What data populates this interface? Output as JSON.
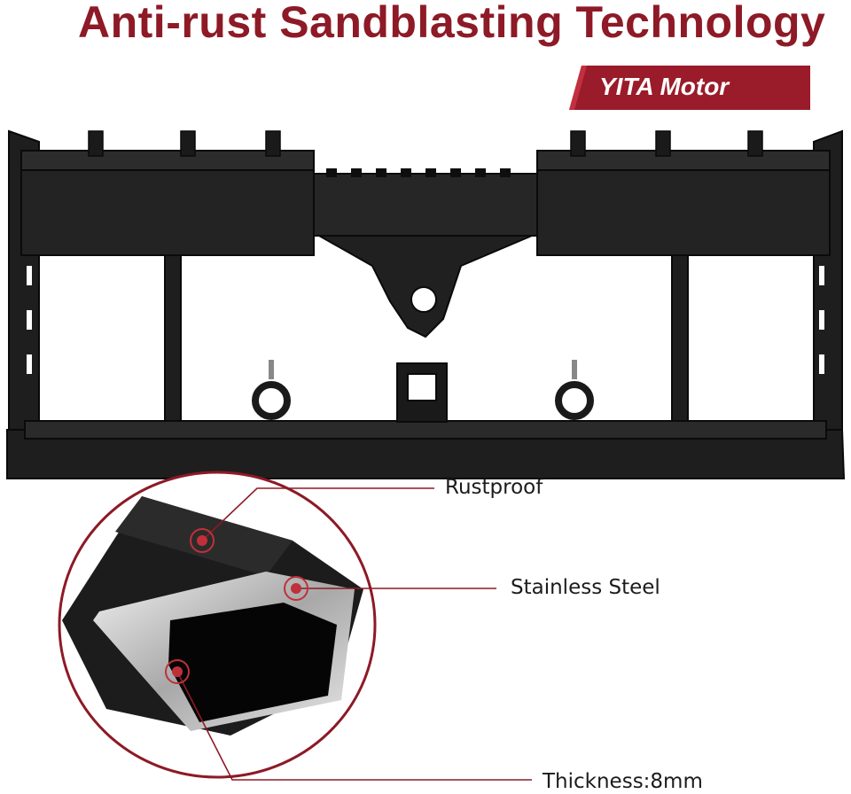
{
  "title": "Anti-rust Sandblasting Technology",
  "brand": "YITA Motor",
  "callouts": {
    "rustproof": "Rustproof",
    "stainless": "Stainless Steel",
    "thickness": "Thickness:8mm"
  },
  "colors": {
    "accent": "#8d1a26",
    "metal": "#1a1a1a"
  }
}
